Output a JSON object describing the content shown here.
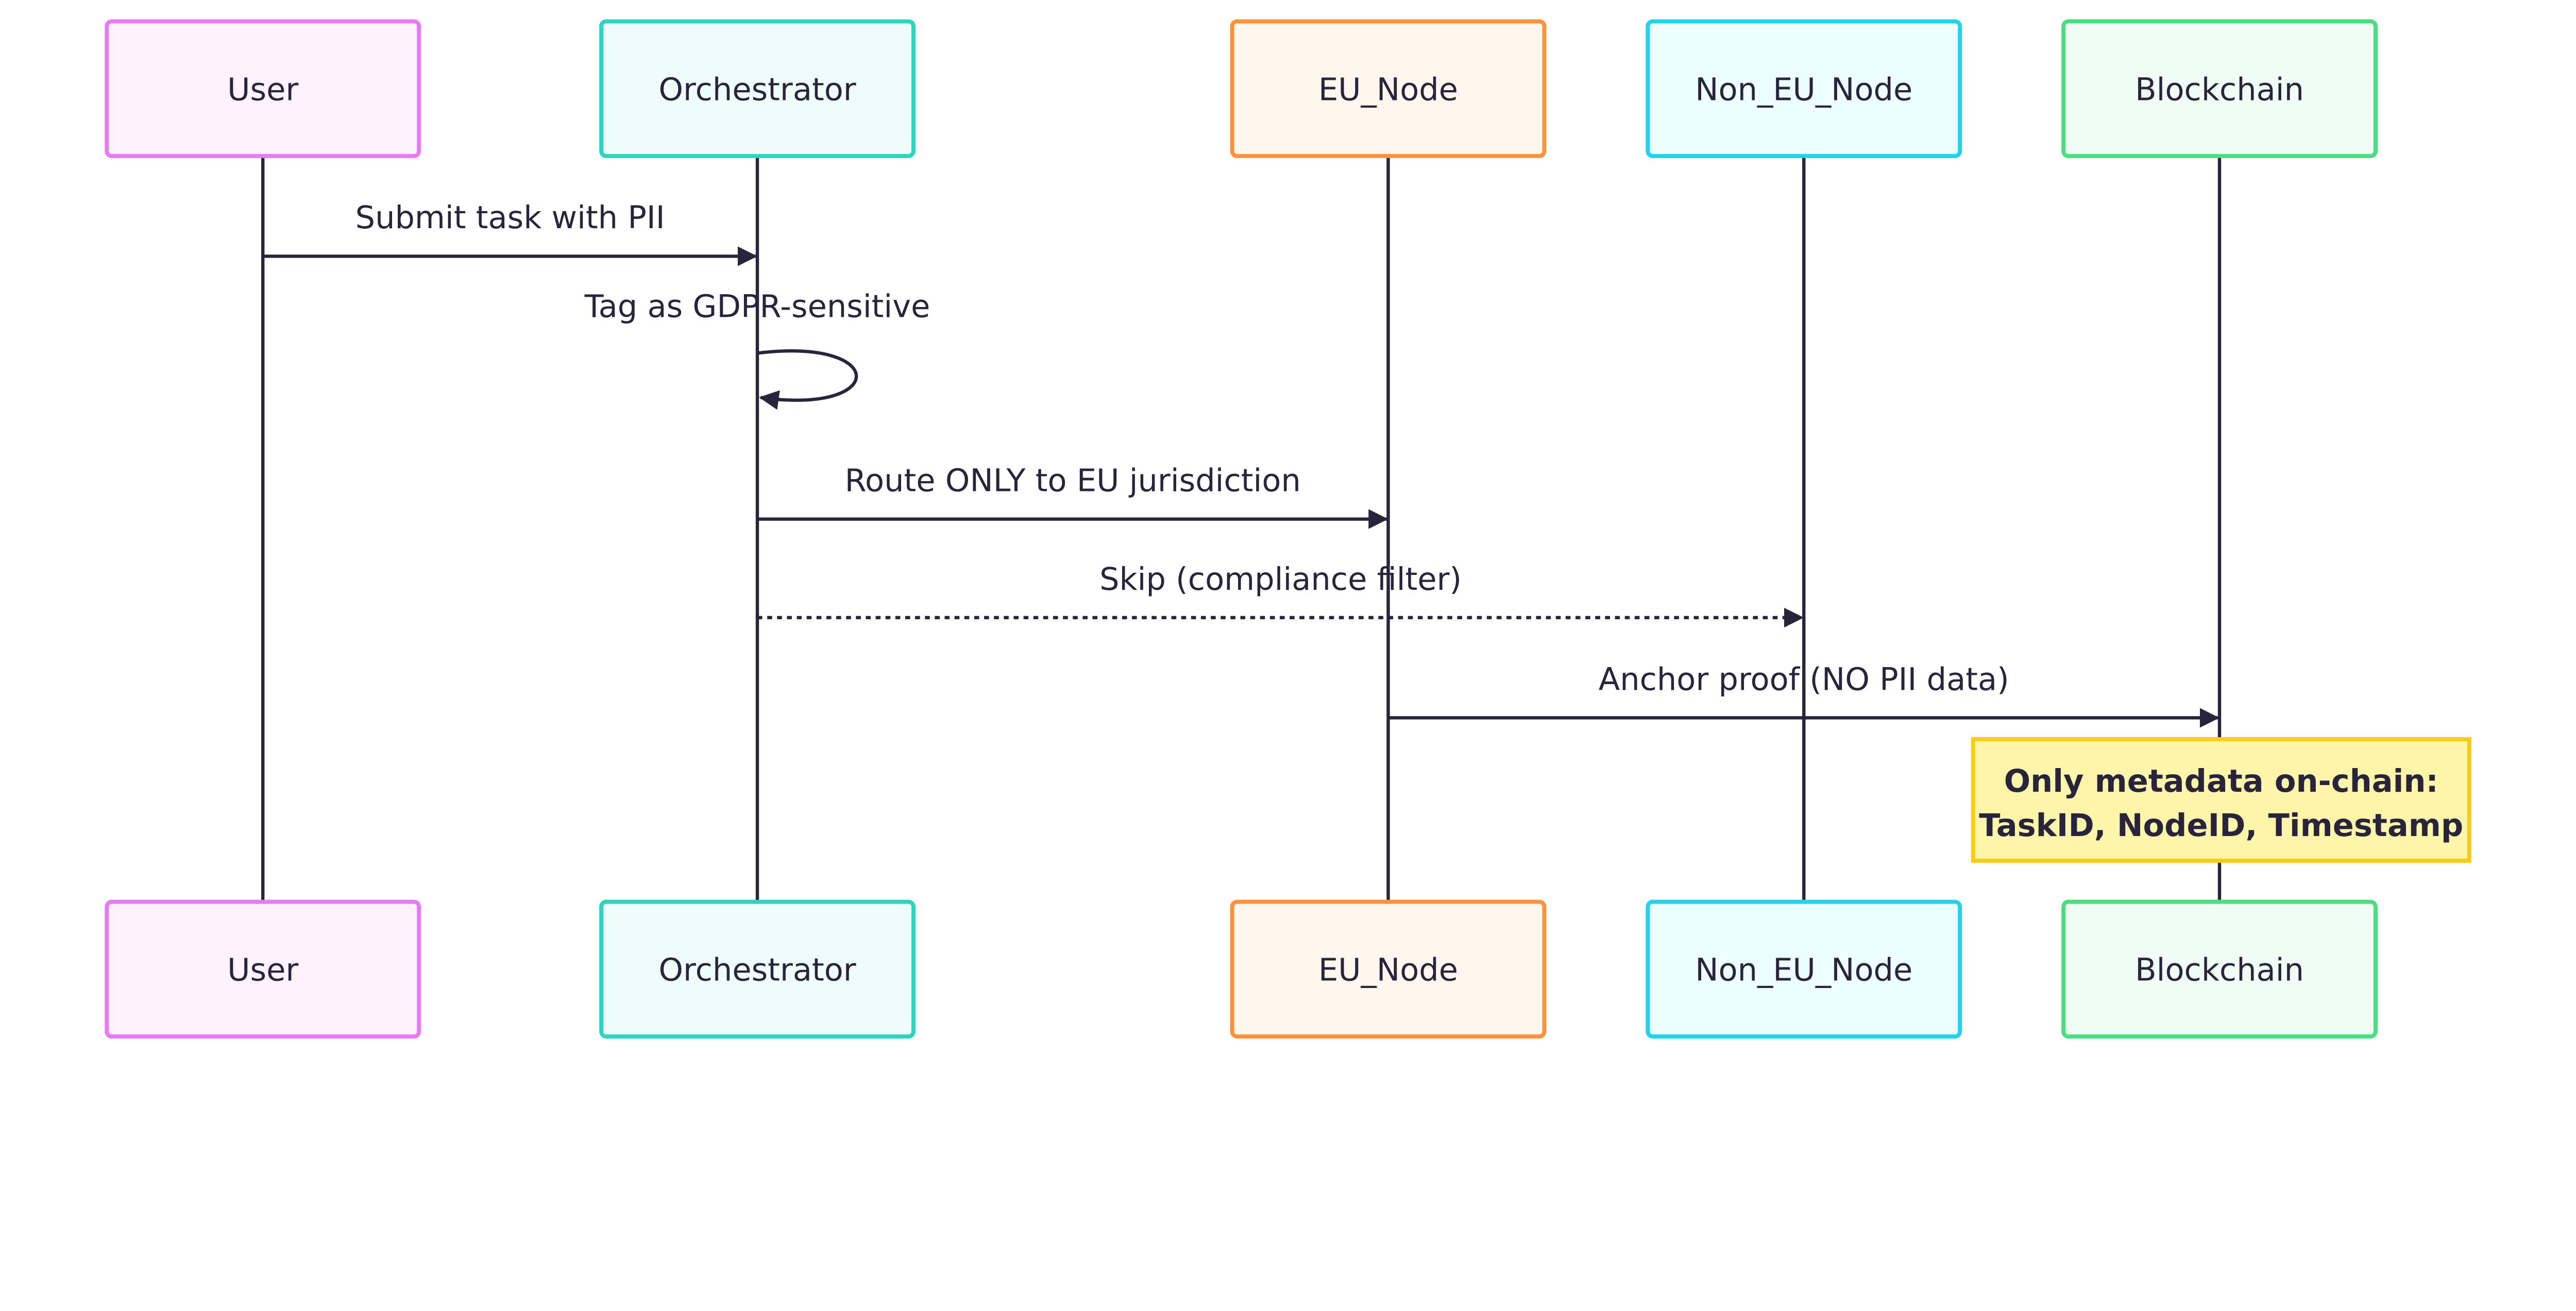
{
  "diagram": {
    "type": "sequence",
    "line_color": "#28243c",
    "participants": [
      {
        "id": "user",
        "label": "User",
        "stroke": "#e879f9",
        "fill": "#fdf2fe"
      },
      {
        "id": "orch",
        "label": "Orchestrator",
        "stroke": "#2dd4bf",
        "fill": "#effdfa"
      },
      {
        "id": "eu",
        "label": "EU_Node",
        "stroke": "#fb923c",
        "fill": "#fff7ed"
      },
      {
        "id": "noneu",
        "label": "Non_EU_Node",
        "stroke": "#22d3ee",
        "fill": "#ecfeff"
      },
      {
        "id": "chain",
        "label": "Blockchain",
        "stroke": "#4ade80",
        "fill": "#f0fdf4"
      }
    ],
    "messages": [
      {
        "from": "user",
        "to": "orch",
        "label": "Submit task with PII",
        "style": "solid"
      },
      {
        "from": "orch",
        "to": "orch",
        "label": "Tag as GDPR-sensitive",
        "style": "solid"
      },
      {
        "from": "orch",
        "to": "eu",
        "label": "Route ONLY to EU jurisdiction",
        "style": "solid"
      },
      {
        "from": "orch",
        "to": "noneu",
        "label": "Skip (compliance filter)",
        "style": "dotted"
      },
      {
        "from": "eu",
        "to": "chain",
        "label": "Anchor proof (NO PII data)",
        "style": "solid"
      }
    ],
    "note": {
      "over": "chain",
      "lines": [
        "Only metadata on-chain:",
        "TaskID, NodeID, Timestamp"
      ],
      "stroke": "#facc15",
      "fill": "#fef5ab"
    }
  }
}
